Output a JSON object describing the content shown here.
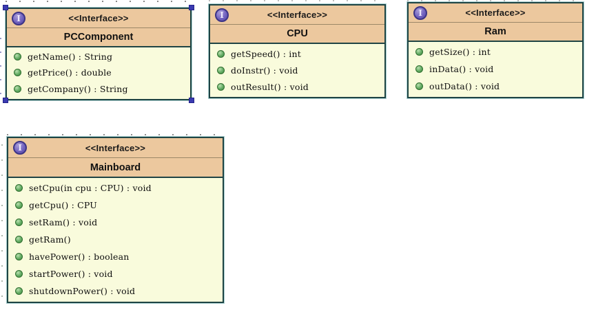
{
  "diagram": {
    "stereotype": "<<Interface>>",
    "interface_icon_letter": "I",
    "classes": [
      {
        "name": "PCComponent",
        "selected": true,
        "methods": [
          "getName() : String",
          "getPrice() : double",
          "getCompany() : String"
        ]
      },
      {
        "name": "CPU",
        "selected": false,
        "methods": [
          "getSpeed() : int",
          "doInstr() : void",
          "outResult() : void"
        ]
      },
      {
        "name": "Ram",
        "selected": false,
        "methods": [
          "getSize() : int",
          "inData() : void",
          "outData() : void"
        ]
      },
      {
        "name": "Mainboard",
        "selected": false,
        "methods": [
          "setCpu(in cpu : CPU) : void",
          "getCpu() : CPU",
          "setRam() : void",
          "getRam()",
          "havePower() : boolean",
          "startPower() : void",
          "shutdownPower() : void"
        ]
      }
    ]
  },
  "colors": {
    "header_fill": "#ecc89e",
    "body_fill": "#f9fbdc",
    "border": "#1f4444",
    "halo": "#60aaaa",
    "selection_handle": "#3a3ab0",
    "method_icon": "#62ab62",
    "interface_icon": "#7263c0"
  }
}
